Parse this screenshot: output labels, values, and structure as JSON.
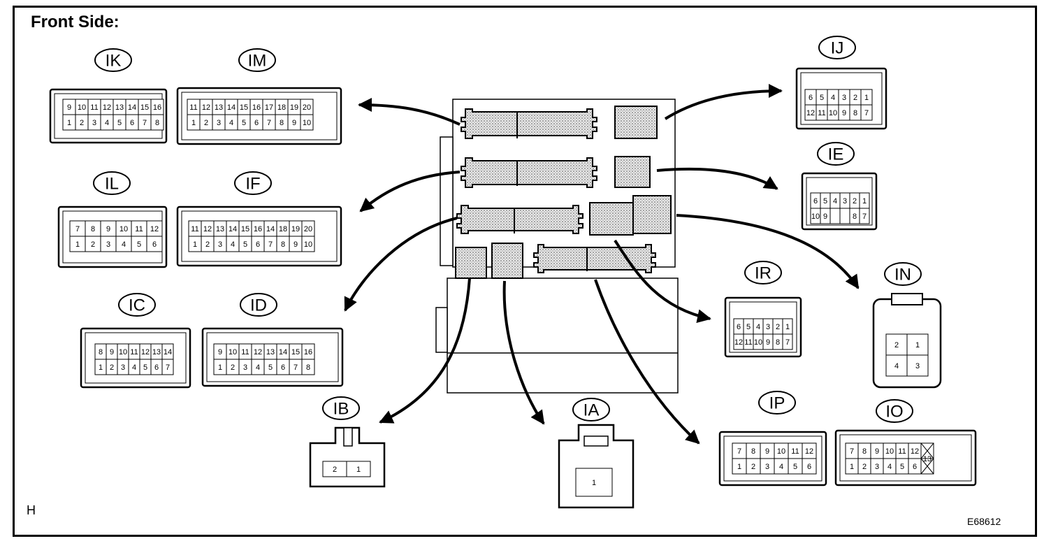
{
  "header": {
    "title": "Front Side:"
  },
  "footer": {
    "corner_mark": "H",
    "figure_id": "E68612"
  },
  "connectors": {
    "IK": {
      "label": "IK",
      "top": [
        "9",
        "10",
        "11",
        "12",
        "13",
        "14",
        "15",
        "16"
      ],
      "bottom": [
        "1",
        "2",
        "3",
        "4",
        "5",
        "6",
        "7",
        "8"
      ]
    },
    "IM": {
      "label": "IM",
      "top": [
        "11",
        "12",
        "13",
        "14",
        "15",
        "16",
        "17",
        "18",
        "19",
        "20"
      ],
      "bottom": [
        "1",
        "2",
        "3",
        "4",
        "5",
        "6",
        "7",
        "8",
        "9",
        "10"
      ]
    },
    "IL": {
      "label": "IL",
      "top": [
        "7",
        "8",
        "9",
        "10",
        "11",
        "12"
      ],
      "bottom": [
        "1",
        "2",
        "3",
        "4",
        "5",
        "6"
      ]
    },
    "IF": {
      "label": "IF",
      "top": [
        "11",
        "12",
        "13",
        "14",
        "15",
        "16",
        "14",
        "18",
        "19",
        "20"
      ],
      "bottom": [
        "1",
        "2",
        "3",
        "4",
        "5",
        "6",
        "7",
        "8",
        "9",
        "10"
      ]
    },
    "IC": {
      "label": "IC",
      "top": [
        "8",
        "9",
        "10",
        "11",
        "12",
        "13",
        "14"
      ],
      "bottom": [
        "1",
        "2",
        "3",
        "4",
        "5",
        "6",
        "7"
      ]
    },
    "ID": {
      "label": "ID",
      "top": [
        "9",
        "10",
        "11",
        "12",
        "13",
        "14",
        "15",
        "16"
      ],
      "bottom": [
        "1",
        "2",
        "3",
        "4",
        "5",
        "6",
        "7",
        "8"
      ]
    },
    "IB": {
      "label": "IB",
      "pins": [
        "2",
        "1"
      ]
    },
    "IA": {
      "label": "IA",
      "pins": [
        "1"
      ]
    },
    "IJ": {
      "label": "IJ",
      "top": [
        "6",
        "5",
        "4",
        "3",
        "2",
        "1"
      ],
      "bottom": [
        "12",
        "11",
        "10",
        "9",
        "8",
        "7"
      ]
    },
    "IE": {
      "label": "IE",
      "top": [
        "6",
        "5",
        "4",
        "3",
        "2",
        "1"
      ],
      "bottom": [
        "10",
        "9",
        "",
        "",
        "8",
        "7"
      ]
    },
    "IR": {
      "label": "IR",
      "top": [
        "6",
        "5",
        "4",
        "3",
        "2",
        "1"
      ],
      "bottom": [
        "12",
        "11",
        "10",
        "9",
        "8",
        "7"
      ]
    },
    "IN": {
      "label": "IN",
      "top": [
        "2",
        "1"
      ],
      "bottom": [
        "4",
        "3"
      ]
    },
    "IP": {
      "label": "IP",
      "top": [
        "7",
        "8",
        "9",
        "10",
        "11",
        "12"
      ],
      "bottom": [
        "1",
        "2",
        "3",
        "4",
        "5",
        "6"
      ]
    },
    "IO": {
      "label": "IO",
      "top": [
        "7",
        "8",
        "9",
        "10",
        "11",
        "12",
        ""
      ],
      "middle": "13",
      "bottom": [
        "1",
        "2",
        "3",
        "4",
        "5",
        "6",
        ""
      ]
    }
  }
}
